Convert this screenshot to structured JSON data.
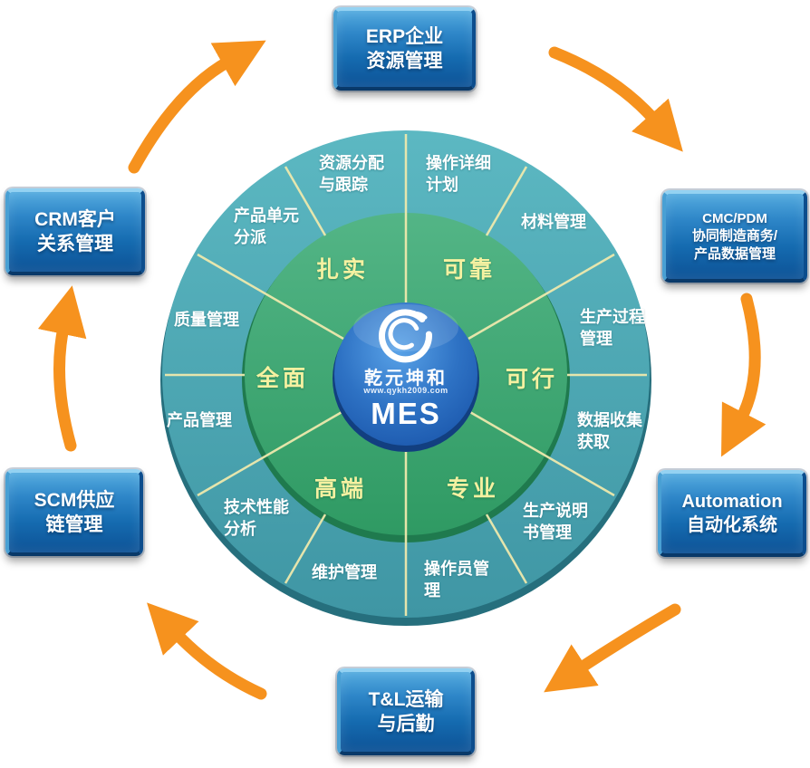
{
  "center": {
    "company": "乾元坤和",
    "website": "www.qykh2009.com",
    "system": "MES"
  },
  "inner_qualities": [
    {
      "label": "扎实"
    },
    {
      "label": "可靠"
    },
    {
      "label": "全面"
    },
    {
      "label": "可行"
    },
    {
      "label": "高端"
    },
    {
      "label": "专业"
    }
  ],
  "outer_segments": [
    {
      "label": "资源分配\n与跟踪"
    },
    {
      "label": "操作详细\n计划"
    },
    {
      "label": "材料管理"
    },
    {
      "label": "生产过程\n管理"
    },
    {
      "label": "数据收集\n获取"
    },
    {
      "label": "生产说明\n书管理"
    },
    {
      "label": "操作员管\n理"
    },
    {
      "label": "维护管理"
    },
    {
      "label": "技术性能\n分析"
    },
    {
      "label": "产品管理"
    },
    {
      "label": "质量管理"
    },
    {
      "label": "产品单元\n分派"
    }
  ],
  "external_systems": [
    {
      "label": "ERP企业\n资源管理"
    },
    {
      "label": "CMC/PDM\n协同制造商务/\n产品数据管理"
    },
    {
      "label": "Automation\n自动化系统"
    },
    {
      "label": "T&L运输\n与后勤"
    },
    {
      "label": "SCM供应\n链管理"
    },
    {
      "label": "CRM客户\n关系管理"
    }
  ],
  "colors": {
    "arrow_orange": "#F6921E",
    "box_blue": "#1B74B8",
    "ring_teal": "#46A3AF",
    "disc_green": "#33A26E",
    "sphere_blue": "#2A6CC0",
    "divider_line": "#EEE9AD",
    "quality_text": "#F5F1A1"
  }
}
